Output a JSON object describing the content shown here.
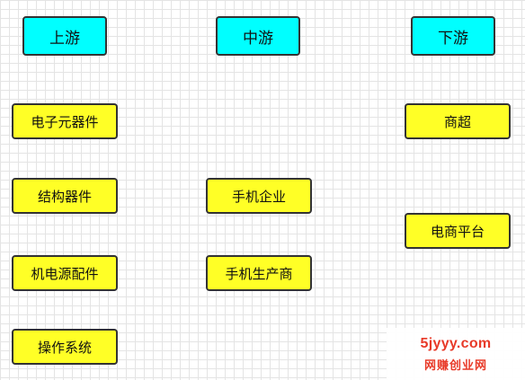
{
  "columns": {
    "upstream": {
      "header": "上游",
      "items": [
        "电子元器件",
        "结构器件",
        "机电源配件",
        "操作系统"
      ]
    },
    "midstream": {
      "header": "中游",
      "items": [
        "手机企业",
        "手机生产商"
      ]
    },
    "downstream": {
      "header": "下游",
      "items": [
        "商超",
        "电商平台"
      ]
    }
  },
  "watermark": {
    "url": "5jyyy.com",
    "site_name": "网赚创业网"
  },
  "colors": {
    "header_fill": "#00ffff",
    "item_fill": "#ffff26",
    "border": "#333333",
    "watermark": "#e83a28"
  }
}
